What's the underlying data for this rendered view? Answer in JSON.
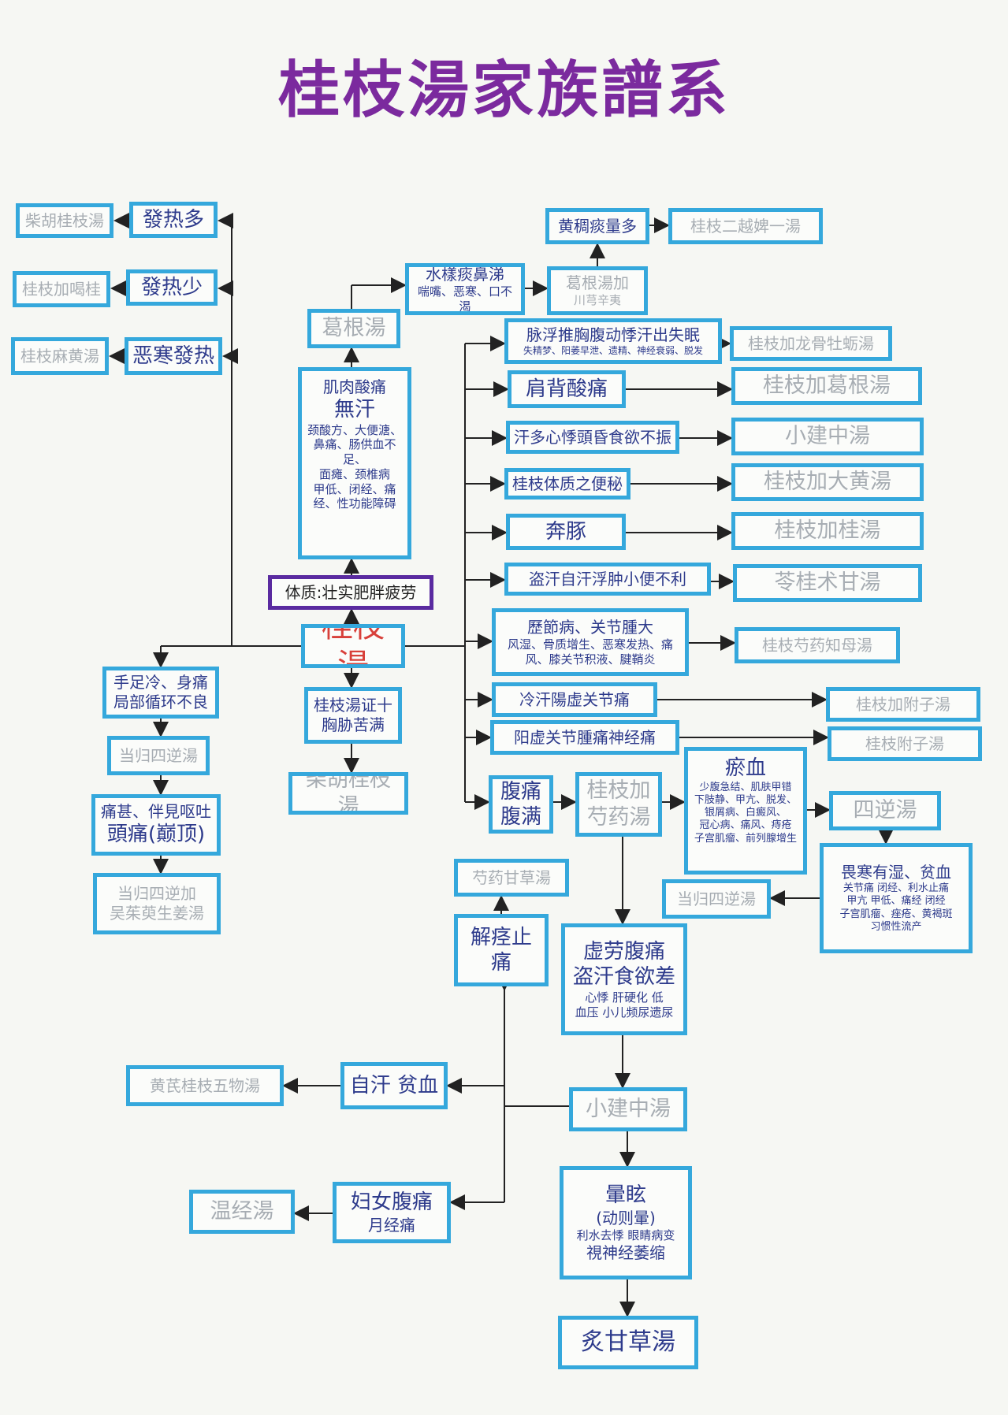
{
  "title": "桂枝湯家族譜系",
  "colors": {
    "box_border": "#35a8dc",
    "text": "#2e3b8c",
    "faint_text": "#a7adb3",
    "title": "#7b2a9e",
    "center": "#d8403a",
    "constitution_border": "#5a2ba0"
  },
  "nodes": {
    "chaihu_guizhi_1": "柴胡桂枝湯",
    "fare_duo": "發热多",
    "guima_geban": "桂枝加喝桂",
    "fare_shao": "發热少",
    "guizhi_mahuang": "桂枝麻黄湯",
    "wuhan_fare": "恶寒發热",
    "gegen": "葛根湯",
    "shuiyang_line1": "水樣痰鼻涕",
    "shuiyang_line2": "喘嘴、恶寒、口不渴",
    "gegen_jia_line1": "葛根湯加",
    "gegen_jia_line2": "川芎辛夷",
    "huangchou": "黄稠痰量多",
    "guizhi_erbi": "桂枝二越婢一湯",
    "jirou_head": "肌肉酸痛",
    "jirou_sub": "無汗",
    "jirou_detail_1": "颈酸方、大便溏、",
    "jirou_detail_2": "鼻痛、肠供血不足、",
    "jirou_detail_3": "面瘫、颈椎病",
    "jirou_detail_4": "甲低、闭经、痛",
    "jirou_detail_5": "经、性功能障碍",
    "constitution": "体质:壮实肥胖疲劳",
    "center": "桂枝湯",
    "r1_line1": "脉浮推胸腹动悸汗出失眠",
    "r1_line2": "失精梦、阳萎早泄、遗精、神经衰弱、脱发",
    "r1_target": "桂枝加龙骨牡蛎湯",
    "r2": "肩背酸痛",
    "r2_target": "桂枝加葛根湯",
    "r3": "汗多心悸頭昏食欲不振",
    "r3_target": "小建中湯",
    "r4": "桂枝体质之便秘",
    "r4_target": "桂枝加大黄湯",
    "r5": "奔豚",
    "r5_target": "桂枝加桂湯",
    "r6": "盗汗自汗浮肿小便不利",
    "r6_target": "苓桂术甘湯",
    "r7_line1": "歷節病、关节腫大",
    "r7_line2": "风湿、骨质增生、恶寒发热、痛",
    "r7_line3": "风、膝关节积液、腱鞘炎",
    "r7_target": "桂枝芍药知母湯",
    "r8": "冷汗陽虚关节痛",
    "r8_target": "桂枝加附子湯",
    "r9": "阳虚关节腫痛神经痛",
    "r9_target": "桂枝附子湯",
    "shouzu_line1": "手足冷、身痛",
    "shouzu_line2": "局部循环不良",
    "danggui_sini": "当归四逆湯",
    "tongshen_line1": "痛甚、伴見呕吐",
    "tongshen_line2": "頭痛(巅顶)",
    "danggui_wuzhu_line1": "当归四逆加",
    "danggui_wuzhu_line2": "吴茱萸生姜湯",
    "guizhi_chai_line1": "桂枝湯证十",
    "guizhi_chai_line2": "胸胁苦满",
    "chaihu_guizhi_2": "柴胡桂枝湯",
    "futong_line1": "腹痛",
    "futong_line2": "腹满",
    "jiashao_line1": "桂枝加",
    "jiashao_line2": "芍药湯",
    "yuxue_head": "瘀血",
    "yuxue_1": "少腹急结、肌肤甲错",
    "yuxue_2": "下肢静、甲亢、脱发、",
    "yuxue_3": "银屑病、白癜风、",
    "yuxue_4": "冠心病、痛风、痔疮",
    "yuxue_5": "子宫肌瘤、前列腺增生",
    "sini": "四逆湯",
    "wuhan_line1": "畏寒有湿、贫血",
    "wuhan_line2": "关节痛 闭经、利水止痛",
    "wuhan_line3": "甲亢 甲低、痛经 闭经",
    "wuhan_line4": "子宫肌瘤、痤疮、黄褐斑",
    "wuhan_line5": "习惯性流产",
    "danggui_sini_2": "当归四逆湯",
    "shaoyao_gancao": "芍药甘草湯",
    "jiejing": "解痉止痛",
    "xulao_line1": "虚劳腹痛",
    "xulao_line2": "盗汗食欲差",
    "xulao_line3": "心悸 肝硬化 低",
    "xulao_line4": "血压 小儿频尿遗尿",
    "huangqi": "黄芪桂枝五物湯",
    "zihan": "自汗 贫血",
    "xiaojianzhong": "小建中湯",
    "wenjing": "温经湯",
    "funv_line1": "妇女腹痛",
    "funv_line2": "月经痛",
    "yunxuan_line1": "暈眩",
    "yunxuan_line2": "(动则暈)",
    "yunxuan_line3": "利水去悸 眼睛病变",
    "yunxuan_line4": "視神经萎缩",
    "zhigancao": "炙甘草湯"
  }
}
